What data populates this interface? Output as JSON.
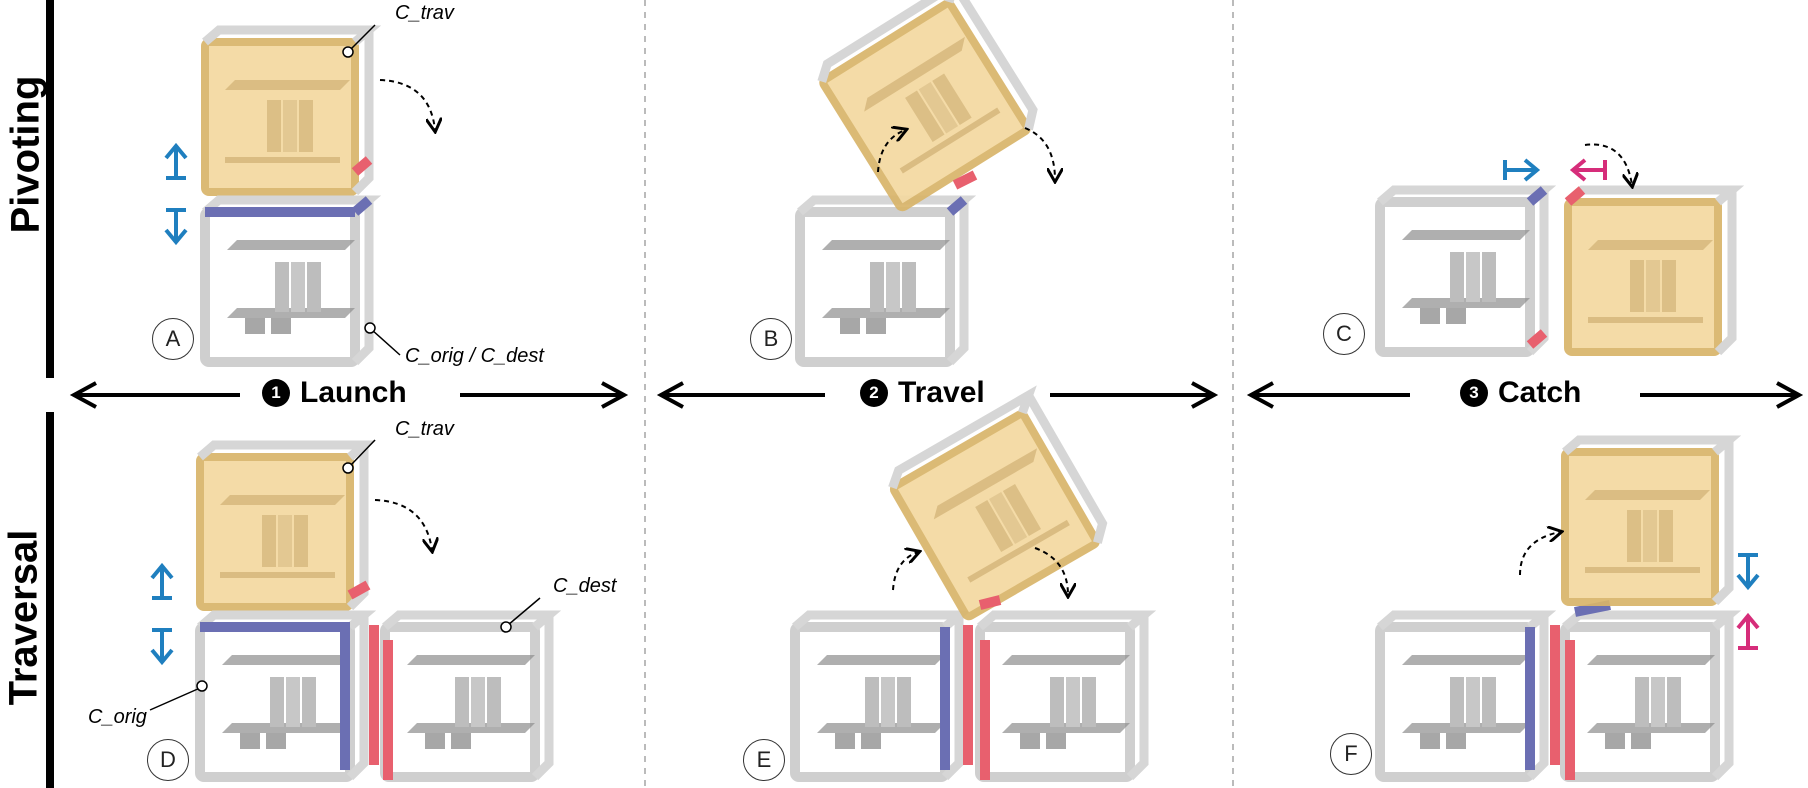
{
  "rows": [
    {
      "label": "Pivoting"
    },
    {
      "label": "Traversal"
    }
  ],
  "stages": [
    {
      "number": "1",
      "label": "Launch"
    },
    {
      "number": "2",
      "label": "Travel"
    },
    {
      "number": "3",
      "label": "Catch"
    }
  ],
  "panels": [
    "A",
    "B",
    "C",
    "D",
    "E",
    "F"
  ],
  "callouts": {
    "a_trav": "C_trav",
    "a_orig_dest": "C_orig / C_dest",
    "d_trav": "C_trav",
    "d_dest": "C_dest",
    "d_orig": "C_orig"
  },
  "colors": {
    "traveler_fill": "#f4d9a0",
    "traveler_stroke": "#d9b56a",
    "frame": "#cfcfcf",
    "frame_edge": "#9a9a9a",
    "blue_edge": "#6b6fb3",
    "red_edge": "#e8606e",
    "arrow_blue": "#1f7fbf",
    "arrow_magenta": "#d62d7a",
    "divider": "#bbbbbb"
  }
}
